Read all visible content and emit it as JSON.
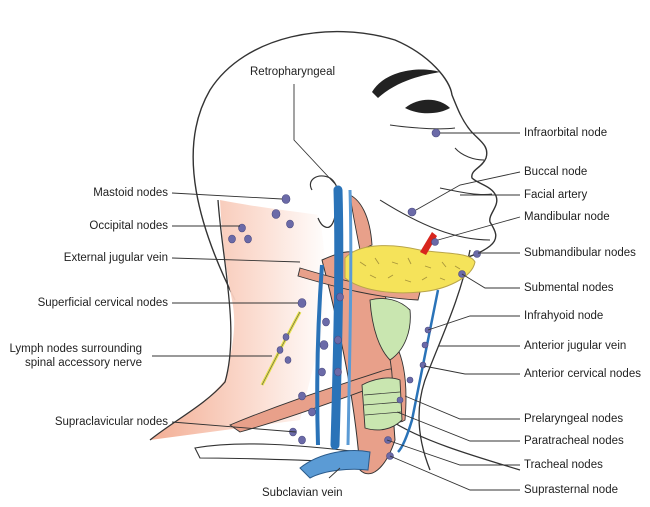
{
  "labels_top": [
    "Retropharyngeal",
    "Subclavian vein"
  ],
  "labels_left": [
    "Mastoid nodes",
    "Occipital nodes",
    "External jugular vein",
    "Superficial cervical nodes",
    "Lymph nodes surrounding",
    "spinal accessory nerve",
    "Supraclavicular nodes"
  ],
  "labels_right": [
    "Infraorbital node",
    "Buccal node",
    "Facial artery",
    "Mandibular node",
    "Submandibular nodes",
    "Submental nodes",
    "Infrahyoid node",
    "Anterior jugular vein",
    "Anterior cervical nodes",
    "Prelaryngeal nodes",
    "Paratracheal nodes",
    "Tracheal nodes",
    "Suprasternal node"
  ],
  "colors": {
    "node": "#6b6aa8",
    "vein": "#2a73b8",
    "muscle": "#e8a08a",
    "skin_tint": "#f6c7b4",
    "gland": "#f5e35a",
    "artery": "#d8261e",
    "nerve": "#e6e14a",
    "cartilage": "#c9e6b0",
    "outline": "#333333"
  }
}
